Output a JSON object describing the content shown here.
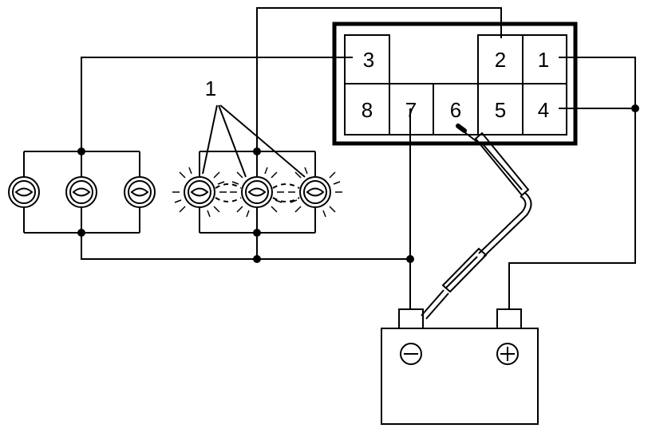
{
  "connector": {
    "pins": {
      "p1": "1",
      "p2": "2",
      "p3": "3",
      "p4": "4",
      "p5": "5",
      "p6": "6",
      "p7": "7",
      "p8": "8"
    }
  },
  "callout": {
    "label": "1"
  }
}
